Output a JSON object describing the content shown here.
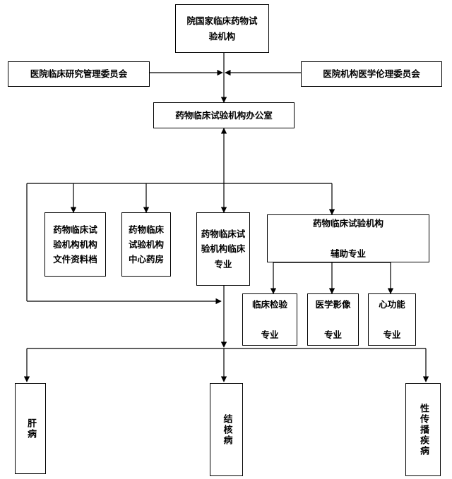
{
  "nodes": {
    "top": "院国家临床药物试\n验机构",
    "research_committee": "医院临床研究管理委员会",
    "ethics_committee": "医院机构医学伦理委员会",
    "office": "药物临床试验机构办公室",
    "archive": "药物临床试\n验机构机构\n文件资料档",
    "pharmacy": "药物临床\n试验机构\n中心药房",
    "clinical_specialty": "药物临床试\n验机构临床\n专业",
    "aux_specialty": "药物临床试验机构\n\n辅助专业",
    "lab": "临床检验\n\n专业",
    "imaging": "医学影像\n\n专业",
    "cardiac": "心功能\n\n专业",
    "liver": "肝病",
    "tb": "结核病",
    "infectious": "性传播疾病"
  },
  "colors": {
    "line": "#000000",
    "border": "#000000",
    "background": "#ffffff"
  }
}
